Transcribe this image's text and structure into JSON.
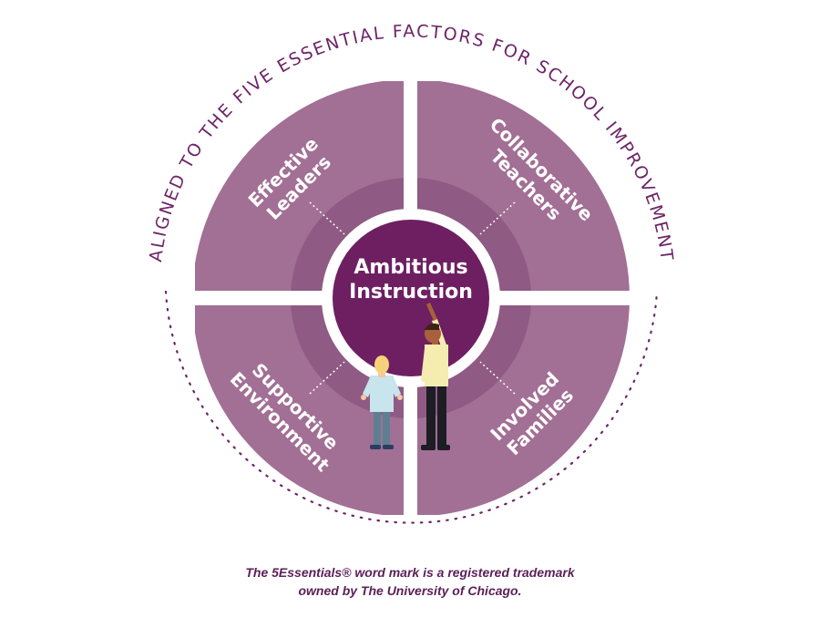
{
  "arc_title": "ALIGNED TO THE FIVE ESSENTIAL FACTORS FOR SCHOOL IMPROVEMENT",
  "center": {
    "line1": "Ambitious",
    "line2": "Instruction"
  },
  "quadrants": [
    {
      "id": "top-left",
      "lines": [
        "Effective",
        "Leaders"
      ]
    },
    {
      "id": "top-right",
      "lines": [
        "Collaborative",
        "Teachers"
      ]
    },
    {
      "id": "bottom-left",
      "lines": [
        "Supportive",
        "Environment"
      ]
    },
    {
      "id": "bottom-right",
      "lines": [
        "Involved",
        "Families"
      ]
    }
  ],
  "trademark": {
    "line1": "The 5Essentials® word mark is a registered trademark",
    "line2": "owned by The University of Chicago."
  },
  "colors": {
    "quadrant": "#a26f95",
    "inner_ring": "#8f5a83",
    "center": "#6e1f62",
    "text": "#6e2468"
  }
}
